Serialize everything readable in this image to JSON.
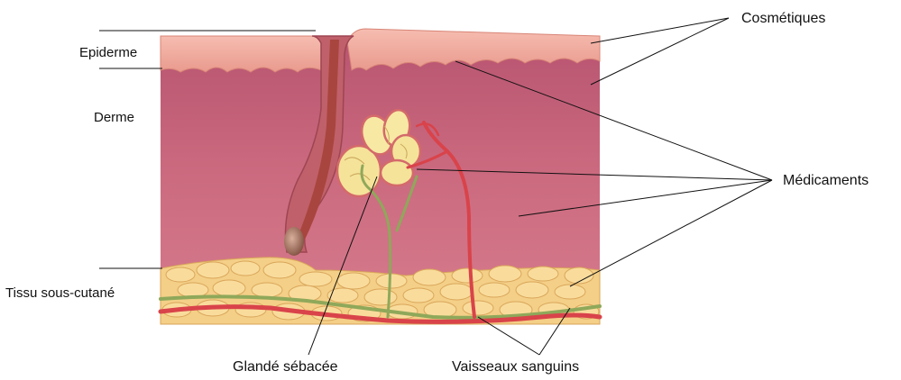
{
  "labels": {
    "epiderme": "Epiderme",
    "derme": "Derme",
    "tissu": "Tissu sous-cutané",
    "cosmetiques": "Cosmétiques",
    "medicaments": "Médicaments",
    "glande": "Glandé sébacée",
    "vaisseaux": "Vaisseaux sanguins"
  },
  "colors": {
    "dermis": "#c8657b",
    "epidermis": "#f0a59a",
    "fat": "#f4cf87",
    "vessel_red": "#d9434a",
    "vessel_green": "#8fa85a",
    "hair_shaft": "#b9564e"
  }
}
